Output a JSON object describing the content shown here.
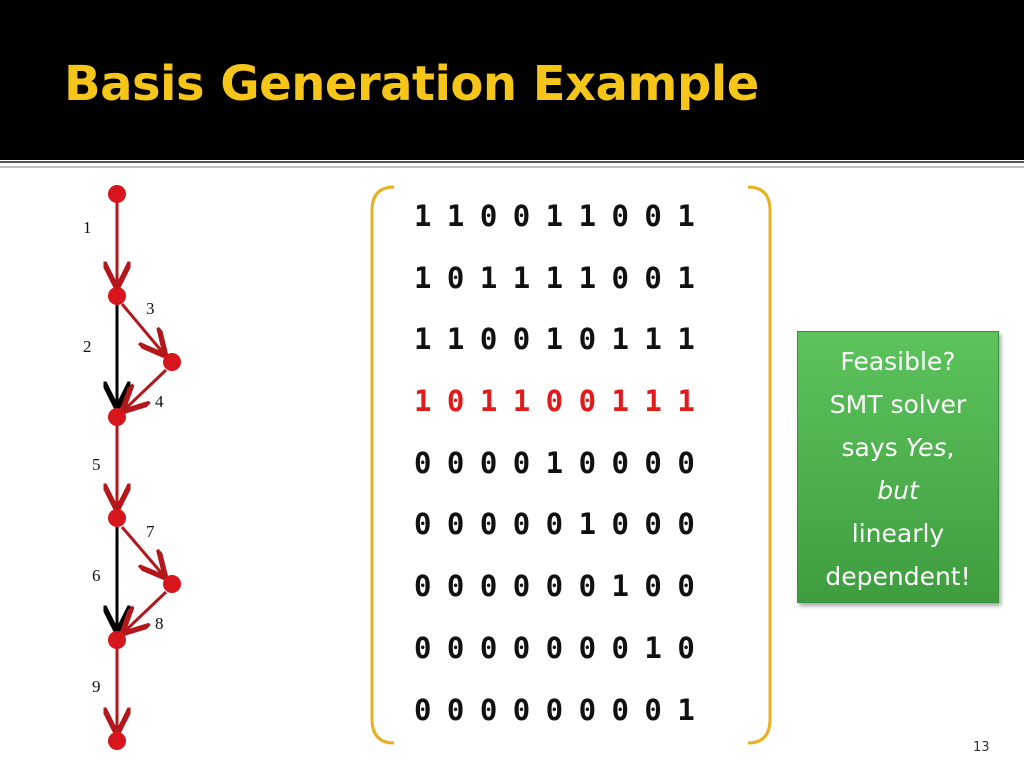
{
  "slide": {
    "title": "Basis Generation Example",
    "page_number": "13"
  },
  "graph": {
    "edge_labels": [
      "1",
      "2",
      "3",
      "4",
      "5",
      "6",
      "7",
      "8",
      "9"
    ],
    "colors": {
      "path": "#b3161b",
      "node": "#d6151c",
      "highlight_edge": "#000000"
    }
  },
  "matrix": {
    "rows": [
      "1 1 0 0 1 1 0 0 1",
      "1 0 1 1 1 1 0 0 1",
      "1 1 0 0 1 0 1 1 1",
      "1 0 1 1 0 0 1 1 1",
      "0 0 0 0 1 0 0 0 0",
      "0 0 0 0 0 1 0 0 0",
      "0 0 0 0 0 0 1 0 0",
      "0 0 0 0 0 0 0 1 0",
      "0 0 0 0 0 0 0 0 1"
    ],
    "highlighted_row_index": 3,
    "bracket_color": "#e8b020",
    "highlight_color": "#e11b1b"
  },
  "callout": {
    "line1": "Feasible?",
    "line2": "SMT solver",
    "line3_prefix": "says ",
    "line3_italic": "Yes",
    "line3_suffix": ",",
    "line4_italic": "but",
    "line5": "linearly",
    "line6": "dependent!",
    "color": "#4caf50"
  }
}
